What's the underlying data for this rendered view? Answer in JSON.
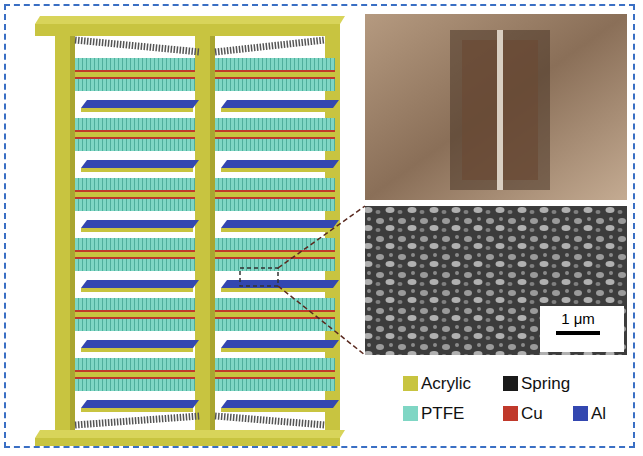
{
  "diagram": {
    "labels": [
      "1 μm"
    ],
    "legend": [
      {
        "text": "Acrylic",
        "color": "#c8c440"
      },
      {
        "text": "Spring",
        "color": "#1a1a1a"
      },
      {
        "text": "PTFE",
        "color": "#7fd6c4"
      },
      {
        "text": "Cu",
        "color": "#c0392b"
      },
      {
        "text": "Al",
        "color": "#3347b0"
      }
    ]
  }
}
